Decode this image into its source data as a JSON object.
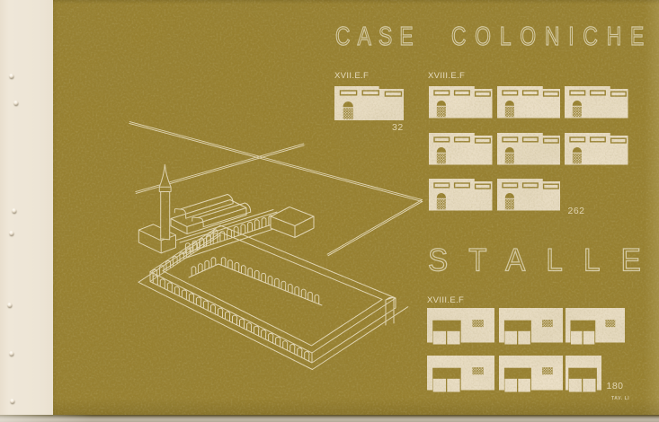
{
  "palette": {
    "plate_olive": "#97802f",
    "figure_cream": "#ebdfc7",
    "margin_paper": "#ede5d6",
    "line_cream": "#e5dabb",
    "title_outline": "#d6cba7",
    "bottom_edge": "#b9b0a0"
  },
  "case_section": {
    "title_word1": "CASE",
    "title_word2": "COLONICHE",
    "groups": [
      {
        "label": "XVII.E.F",
        "count": "32",
        "rows": [
          1
        ]
      },
      {
        "label": "XVIII.E.F",
        "count": "262",
        "rows": [
          3,
          3,
          2
        ]
      }
    ]
  },
  "stalle_section": {
    "title": "STALLE",
    "label": "XVIII.E.F",
    "count": "180",
    "rows": [
      {
        "full": 3,
        "half": 0
      },
      {
        "full": 2,
        "half": 1
      }
    ]
  },
  "plate_number": "TAV. LI"
}
